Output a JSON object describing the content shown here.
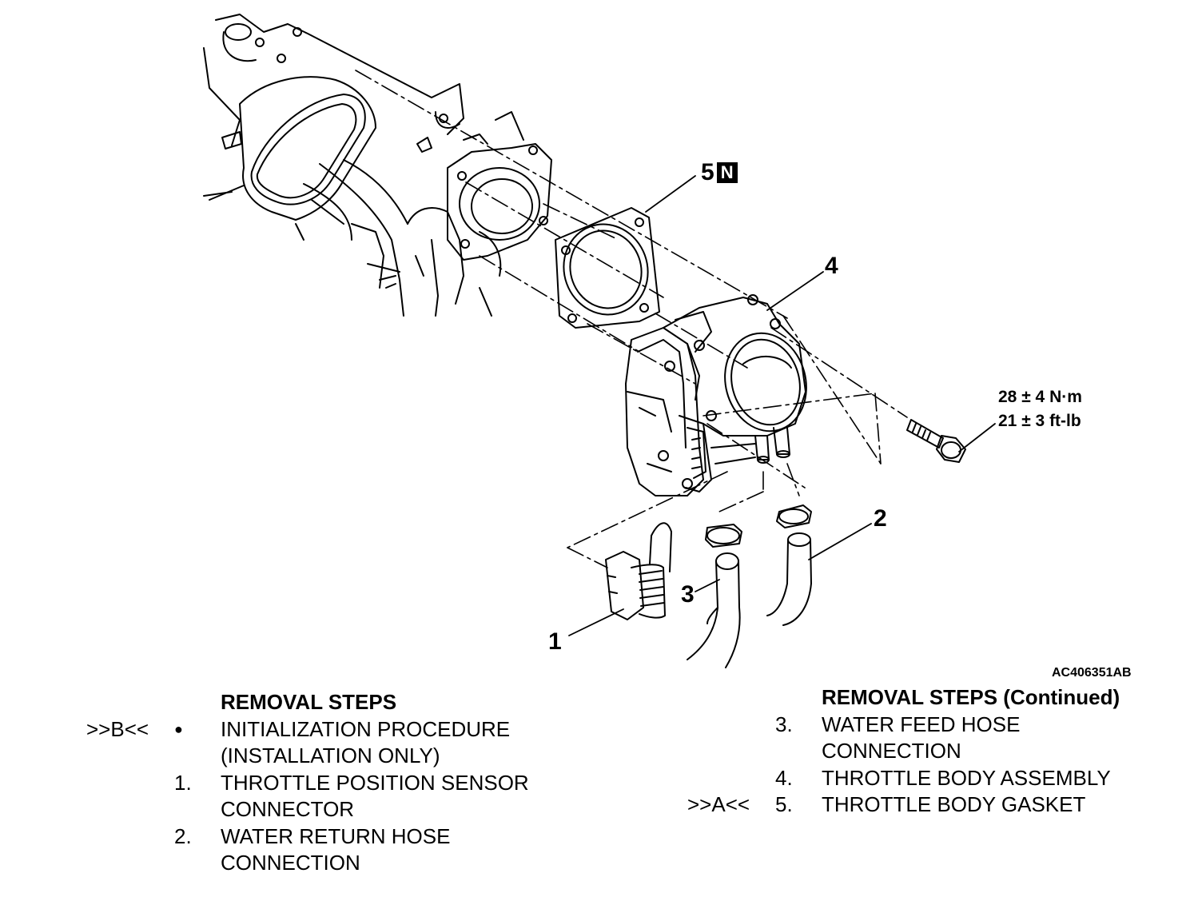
{
  "callouts": {
    "c1": "1",
    "c2": "2",
    "c3": "3",
    "c4": "4",
    "c5": "5",
    "c5_badge": "N"
  },
  "torque": {
    "line1": "28 ± 4 N·m",
    "line2": "21 ± 3 ft-lb"
  },
  "figure_id": "AC406351AB",
  "left_column": {
    "heading": "REMOVAL STEPS",
    "rows": [
      {
        "ref": ">>B<<",
        "num": "●",
        "text": "INITIALIZATION PROCEDURE"
      },
      {
        "ref": "",
        "num": "",
        "text": "(INSTALLATION ONLY)"
      },
      {
        "ref": "",
        "num": "1.",
        "text": "THROTTLE POSITION SENSOR"
      },
      {
        "ref": "",
        "num": "",
        "text": "CONNECTOR"
      },
      {
        "ref": "",
        "num": "2.",
        "text": "WATER RETURN HOSE"
      },
      {
        "ref": "",
        "num": "",
        "text": "CONNECTION"
      }
    ]
  },
  "right_column": {
    "heading": "REMOVAL STEPS (Continued)",
    "rows": [
      {
        "ref": "",
        "num": "3.",
        "text": "WATER FEED HOSE"
      },
      {
        "ref": "",
        "num": "",
        "text": "CONNECTION"
      },
      {
        "ref": "",
        "num": "4.",
        "text": "THROTTLE BODY ASSEMBLY"
      },
      {
        "ref": ">>A<<",
        "num": "5.",
        "text": "THROTTLE BODY GASKET"
      }
    ]
  }
}
